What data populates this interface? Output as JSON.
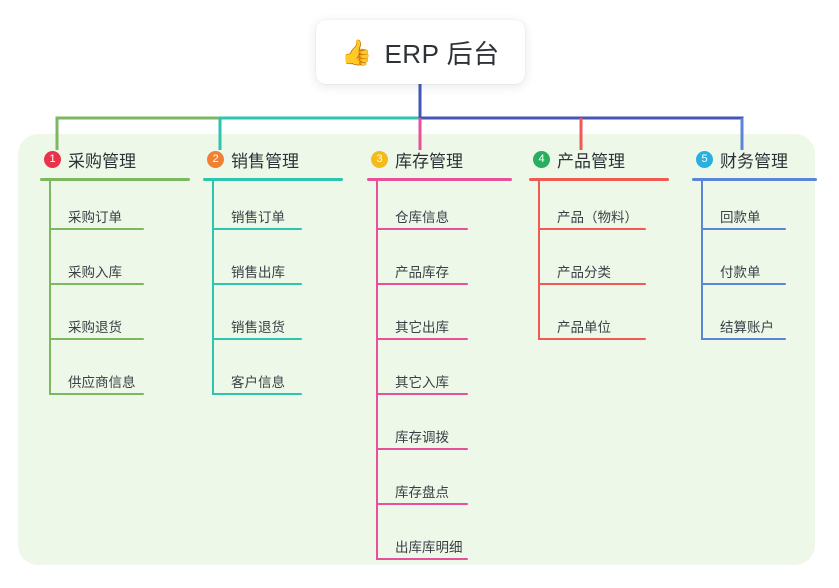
{
  "root": {
    "icon": "thumbs-up-icon",
    "emoji": "👍",
    "title": "ERP 后台"
  },
  "palette": {
    "panel_bg": "#eef8e9",
    "page_bg": "#ffffff",
    "trunk": "#4455b8",
    "text": "#2e3238"
  },
  "columns": [
    {
      "number": "1",
      "title": "采购管理",
      "badge_color": "#e8334a",
      "line_color": "#7cb85f",
      "items": [
        {
          "label": "采购订单"
        },
        {
          "label": "采购入库"
        },
        {
          "label": "采购退货"
        },
        {
          "label": "供应商信息"
        }
      ]
    },
    {
      "number": "2",
      "title": "销售管理",
      "badge_color": "#f08032",
      "line_color": "#2ec4b0",
      "items": [
        {
          "label": "销售订单"
        },
        {
          "label": "销售出库"
        },
        {
          "label": "销售退货"
        },
        {
          "label": "客户信息"
        }
      ]
    },
    {
      "number": "3",
      "title": "库存管理",
      "badge_color": "#f5bb1d",
      "line_color": "#e8509b",
      "items": [
        {
          "label": "仓库信息"
        },
        {
          "label": "产品库存"
        },
        {
          "label": "其它出库"
        },
        {
          "label": "其它入库"
        },
        {
          "label": "库存调拨"
        },
        {
          "label": "库存盘点"
        },
        {
          "label": "出库库明细"
        }
      ]
    },
    {
      "number": "4",
      "title": "产品管理",
      "badge_color": "#27ae5f",
      "line_color": "#f05a54",
      "items": [
        {
          "label": "产品（物料）"
        },
        {
          "label": "产品分类"
        },
        {
          "label": "产品单位"
        }
      ]
    },
    {
      "number": "5",
      "title": "财务管理",
      "badge_color": "#2ab0e0",
      "line_color": "#5a86d8",
      "items": [
        {
          "label": "回款单"
        },
        {
          "label": "付款单"
        },
        {
          "label": "结算账户"
        }
      ]
    }
  ]
}
